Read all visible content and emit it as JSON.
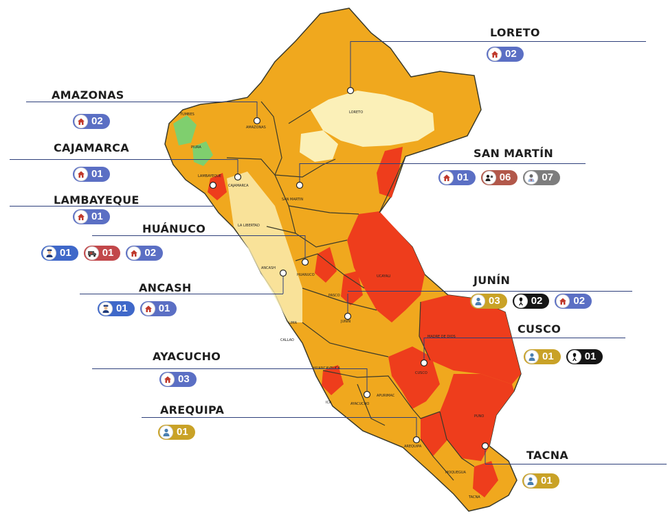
{
  "colors": {
    "ocean": "#ffffff",
    "base": "#f0a81e",
    "pale": "#fbf0b8",
    "red": "#ee3d1c",
    "green": "#7fcf6e",
    "border": "#3a3a2a",
    "leader": "#2c3e7a"
  },
  "badge_types": {
    "home": {
      "icon": "house-icon",
      "color": "#5b6fc4"
    },
    "person_gold": {
      "icon": "person-icon",
      "color": "#c9a227"
    },
    "ribbon": {
      "icon": "mourning-ribbon-icon",
      "color": "#151515"
    },
    "meeting": {
      "icon": "meeting-icon",
      "color": "#b2584a"
    },
    "doctor": {
      "icon": "doctor-icon",
      "color": "#7d7d7d"
    },
    "police": {
      "icon": "police-icon",
      "color": "#3f68c9"
    },
    "ambulance": {
      "icon": "ambulance-icon",
      "color": "#c2474a"
    }
  },
  "regions": [
    {
      "id": "loreto",
      "name": "LORETO",
      "badges": [
        {
          "type": "home",
          "value": "02"
        }
      ]
    },
    {
      "id": "amazonas",
      "name": "AMAZONAS",
      "badges": [
        {
          "type": "home",
          "value": "02"
        }
      ]
    },
    {
      "id": "cajamarca",
      "name": "CAJAMARCA",
      "badges": [
        {
          "type": "home",
          "value": "01"
        }
      ]
    },
    {
      "id": "san-martin",
      "name": "SAN MARTÍN",
      "badges": [
        {
          "type": "home",
          "value": "01"
        },
        {
          "type": "meeting",
          "value": "06"
        },
        {
          "type": "doctor",
          "value": "07"
        }
      ]
    },
    {
      "id": "lambayeque",
      "name": "LAMBAYEQUE",
      "badges": [
        {
          "type": "home",
          "value": "01"
        }
      ]
    },
    {
      "id": "huanuco",
      "name": "HUÁNUCO",
      "badges": [
        {
          "type": "police",
          "value": "01"
        },
        {
          "type": "ambulance",
          "value": "01"
        },
        {
          "type": "home",
          "value": "02"
        }
      ]
    },
    {
      "id": "ancash",
      "name": "ANCASH",
      "badges": [
        {
          "type": "police",
          "value": "01"
        },
        {
          "type": "home",
          "value": "01"
        }
      ]
    },
    {
      "id": "junin",
      "name": "JUNÍN",
      "badges": [
        {
          "type": "person_gold",
          "value": "03"
        },
        {
          "type": "ribbon",
          "value": "02"
        },
        {
          "type": "home",
          "value": "02"
        }
      ]
    },
    {
      "id": "cusco",
      "name": "CUSCO",
      "badges": [
        {
          "type": "person_gold",
          "value": "01"
        },
        {
          "type": "ribbon",
          "value": "01"
        }
      ]
    },
    {
      "id": "ayacucho",
      "name": "AYACUCHO",
      "badges": [
        {
          "type": "home",
          "value": "03"
        }
      ]
    },
    {
      "id": "arequipa",
      "name": "AREQUIPA",
      "badges": [
        {
          "type": "person_gold",
          "value": "01"
        }
      ]
    },
    {
      "id": "tacna",
      "name": "TACNA",
      "badges": [
        {
          "type": "person_gold",
          "value": "01"
        }
      ]
    }
  ],
  "map_labels": [
    "LORETO",
    "AMAZONAS",
    "CAJAMARCA",
    "LAMBAYEQUE",
    "SAN MARTIN",
    "LA LIBERTAD",
    "PIURA",
    "TUMBES",
    "ANCASH",
    "HUANUCO",
    "PASCO",
    "UCAYALI",
    "JUNIN",
    "LIMA",
    "CALLAO",
    "HUANCAVELICA",
    "AYACUCHO",
    "APURIMAC",
    "CUSCO",
    "MADRE DE DIOS",
    "PUNO",
    "ICA",
    "AREQUIPA",
    "MOQUEGUA",
    "TACNA"
  ]
}
